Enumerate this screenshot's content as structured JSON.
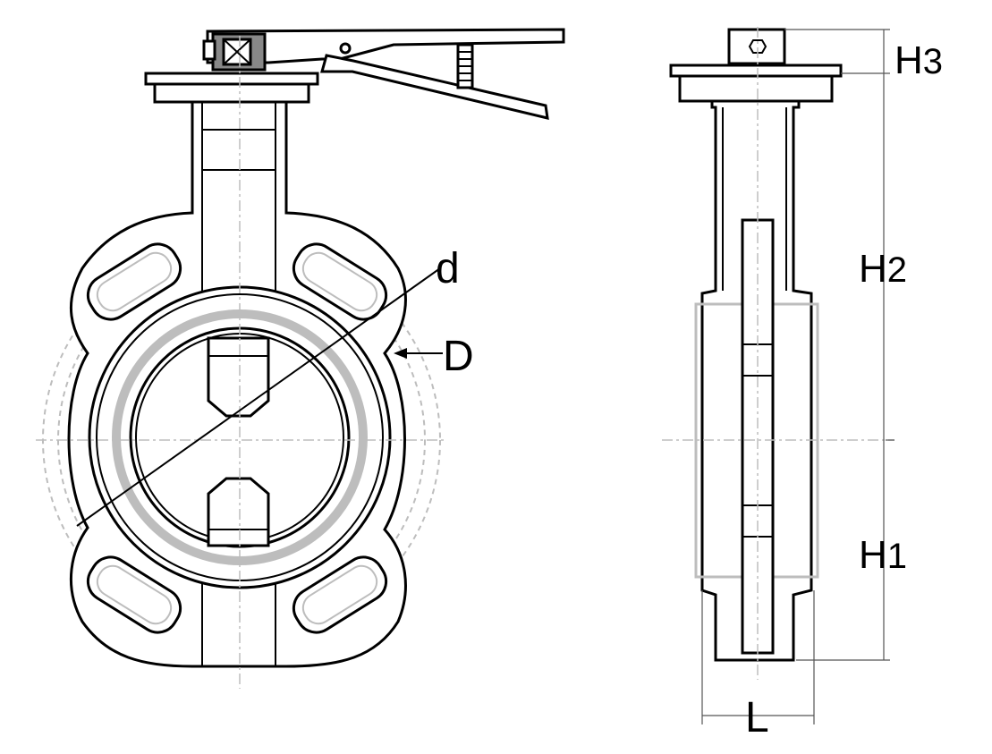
{
  "diagram": {
    "front_view": {
      "labels": {
        "d": "d",
        "D": "D"
      }
    },
    "side_view": {
      "labels": {
        "H3_main": "H",
        "H3_sub": "3",
        "H2_main": "H",
        "H2_sub": "2",
        "H1_main": "H",
        "H1_sub": "1",
        "L": "L"
      }
    },
    "colors": {
      "ink": "#000000",
      "light": "#bdbdbd",
      "paper": "#ffffff"
    }
  }
}
